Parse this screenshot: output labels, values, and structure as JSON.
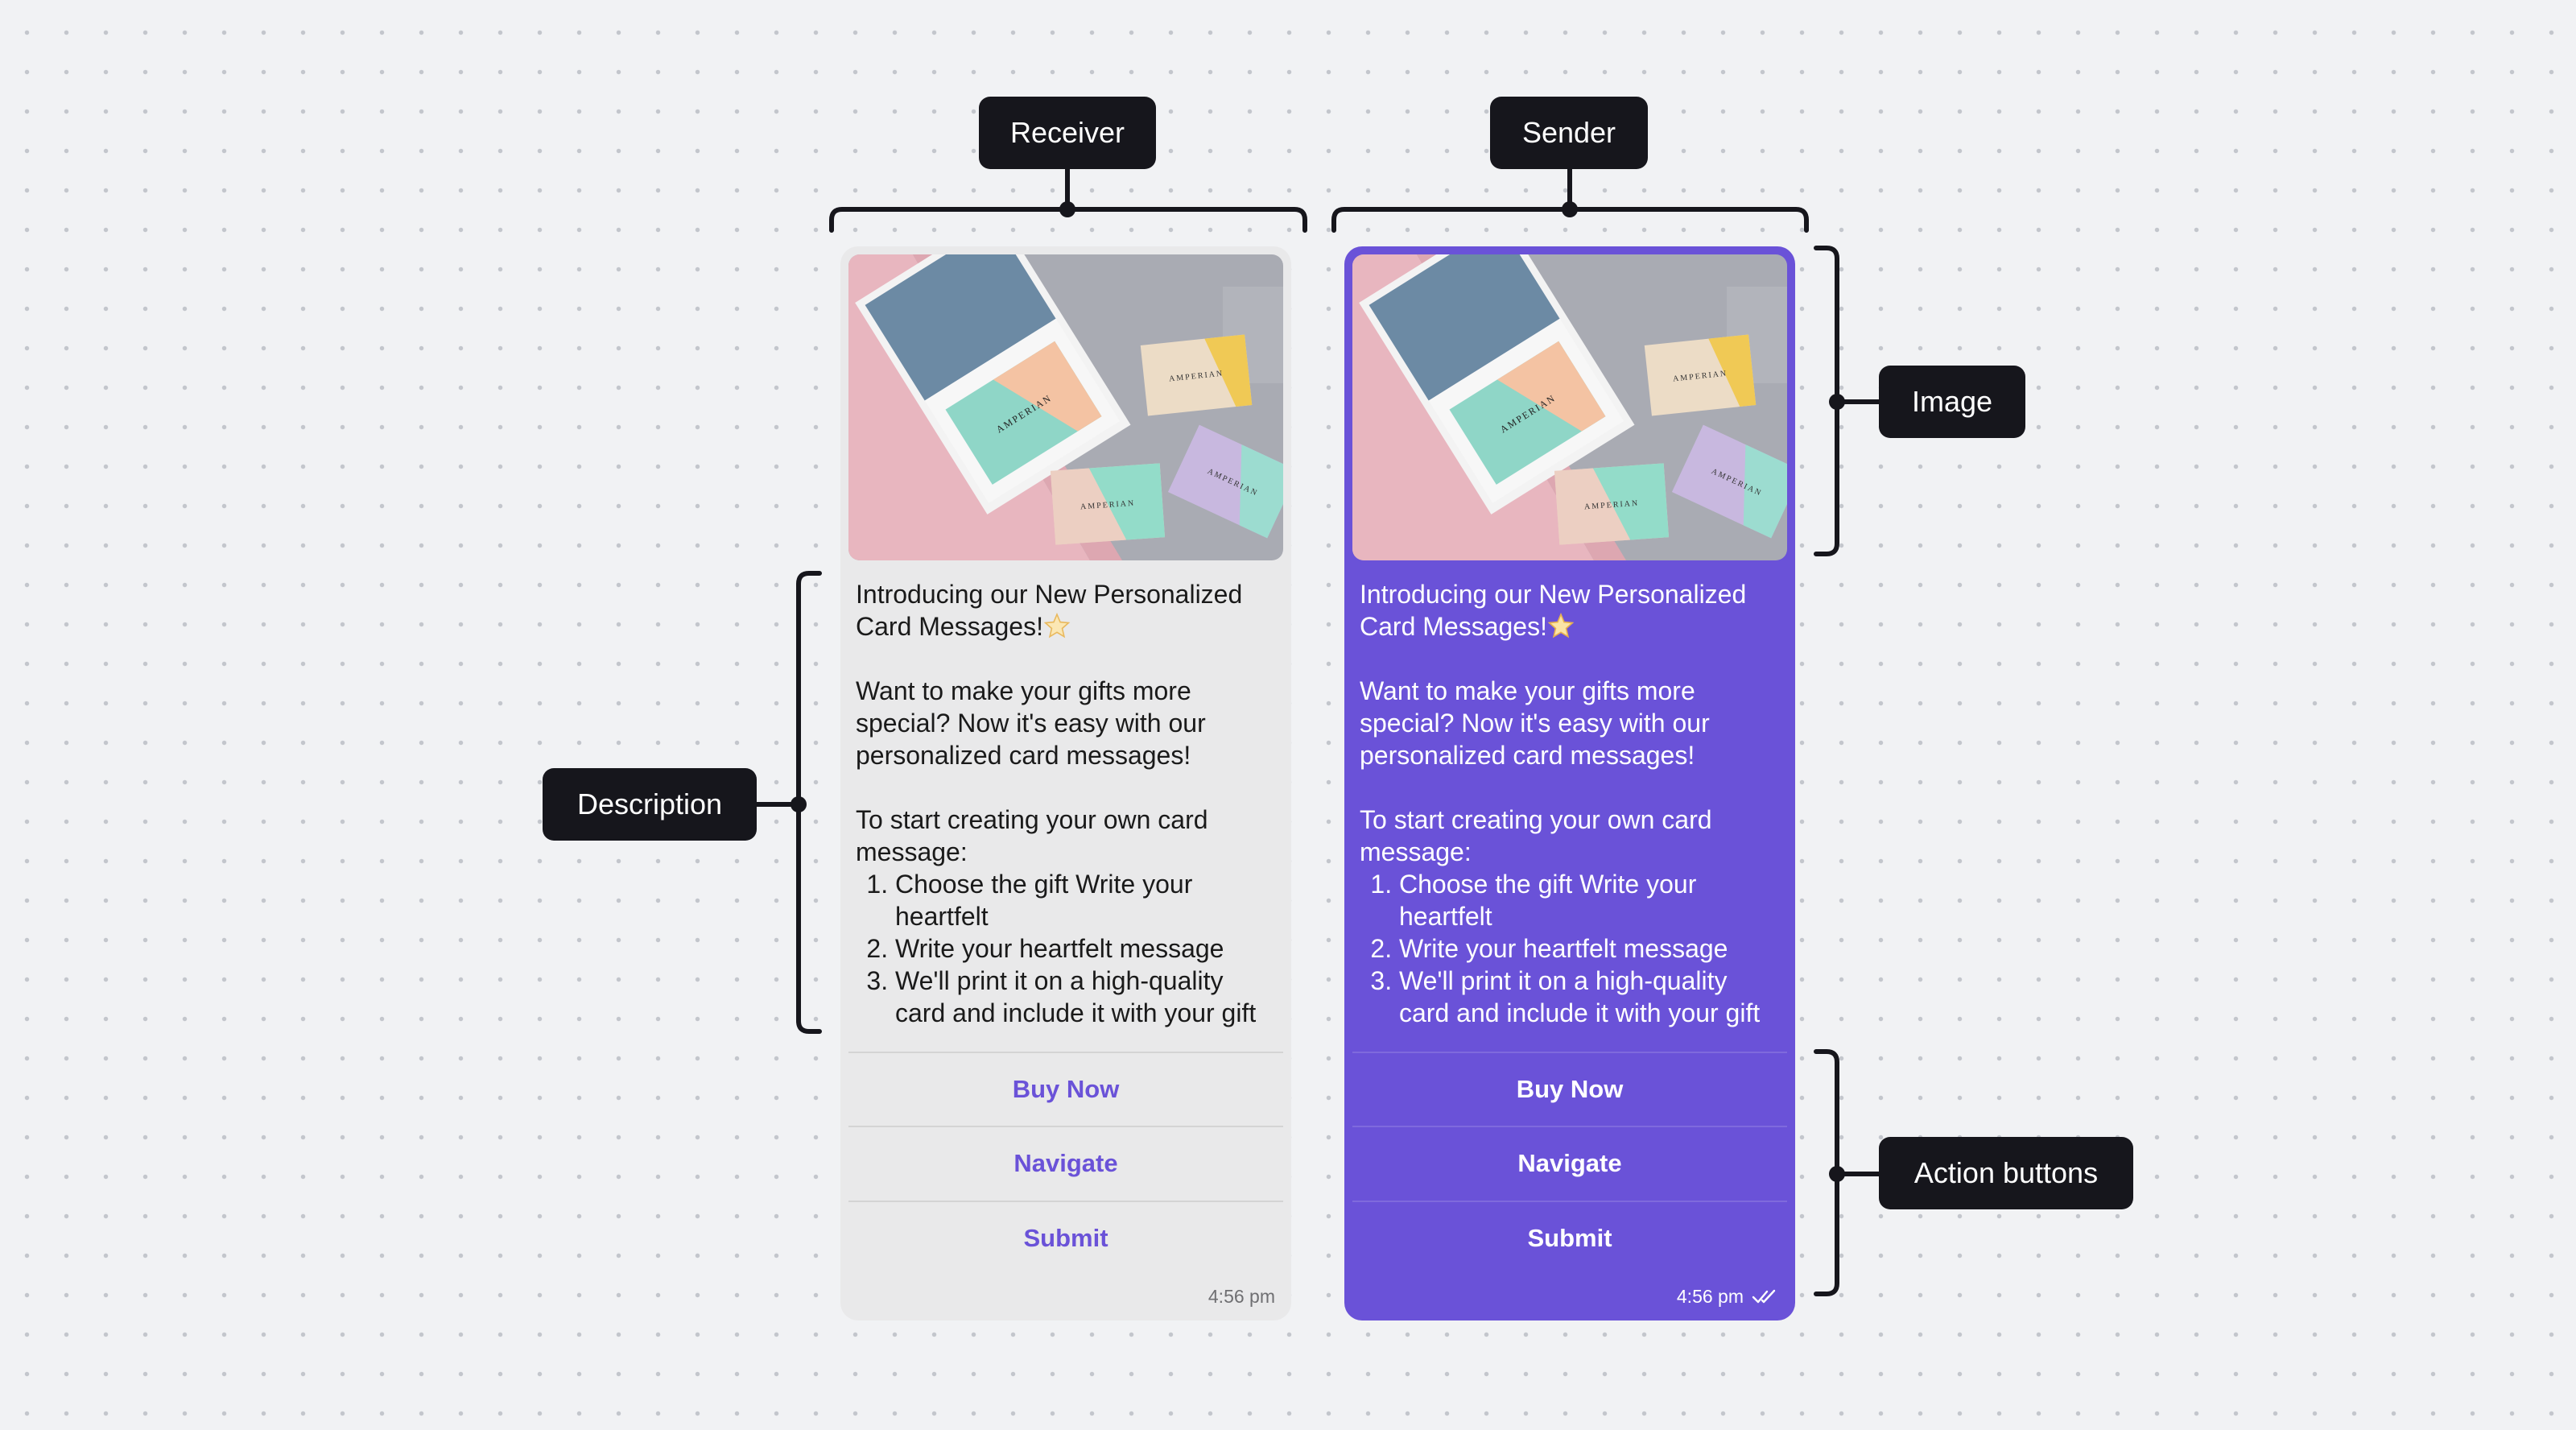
{
  "annotations": {
    "receiver": "Receiver",
    "sender": "Sender",
    "image": "Image",
    "description": "Description",
    "action_buttons": "Action buttons"
  },
  "message": {
    "title": "Introducing our New Personalized Card Messages!",
    "paragraph": "Want to make your gifts more special? Now it's easy with our personalized card messages!",
    "intro": "To start creating your own card message:",
    "steps": [
      "Choose the gift Write your heartfelt",
      "Write your heartfelt message",
      "We'll print it on a high-quality card and include it with your gift"
    ],
    "card_brand": "AMPERIAN",
    "buttons": [
      "Buy Now",
      "Navigate",
      "Submit"
    ],
    "time": "4:56 pm"
  },
  "icons": {
    "title_emoji": "star-icon",
    "read_status": "double-check-icon"
  },
  "colors": {
    "accent": "#6a52d8",
    "receiver_bubble": "#e9e9ea",
    "label_bg": "#16161c",
    "background": "#f1f2f4"
  }
}
